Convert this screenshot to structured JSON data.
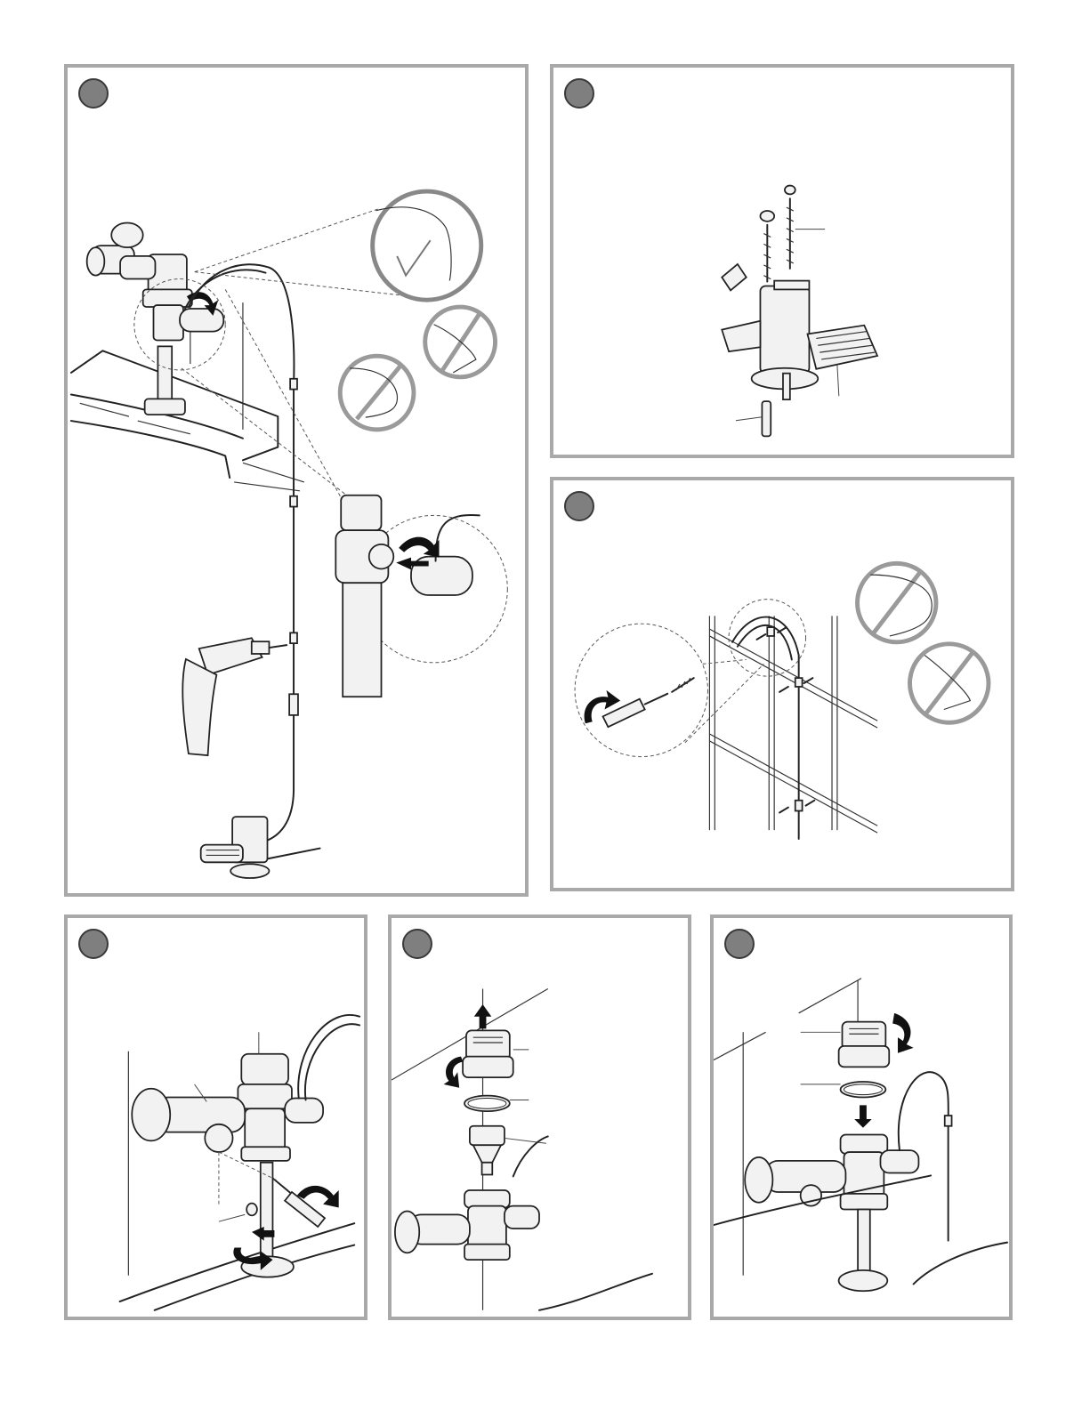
{
  "page": {
    "background": "#ffffff",
    "panel_border_color": "#a9a9a9",
    "badge_color": "#7f7f7f"
  },
  "panels": [
    {
      "id": "p1",
      "content": "flush-valve-tubing-routing-with-drill"
    },
    {
      "id": "p2",
      "content": "foot-pedal-screw-mounting"
    },
    {
      "id": "p3",
      "content": "tubing-clip-wall-mounting"
    },
    {
      "id": "p4",
      "content": "stop-valve-adjustment"
    },
    {
      "id": "p5",
      "content": "cap-and-diaphragm-removal"
    },
    {
      "id": "p6",
      "content": "cap-reinstallation"
    }
  ],
  "icons": {
    "approved": "checkmark-icon",
    "not_approved": "prohibited-icon"
  }
}
